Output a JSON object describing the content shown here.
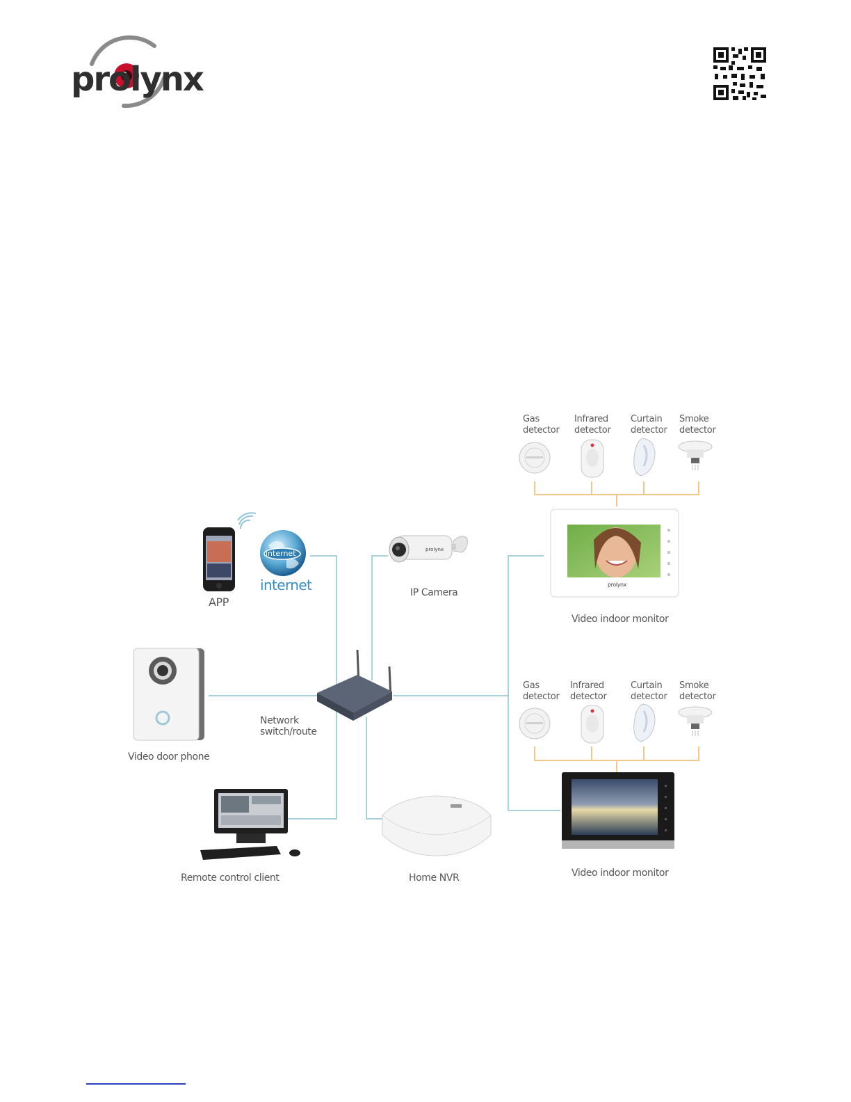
{
  "header": {
    "logo_text": "prolynx"
  },
  "diagram": {
    "app_label": "APP",
    "internet_label": "internet",
    "internet_globe_text": "internet",
    "ip_camera_label": "IP Camera",
    "door_phone_label": "Video door phone",
    "switch_label_line1": "Network",
    "switch_label_line2": "switch/route",
    "remote_client_label": "Remote control client",
    "nvr_label": "Home NVR",
    "monitor_top_label": "Video indoor monitor",
    "monitor_bottom_label": "Video indoor monitor",
    "monitor_brand": "prolynx",
    "detectors_top": [
      {
        "line1": "Gas",
        "line2": "detector"
      },
      {
        "line1": "Infrared",
        "line2": "detector"
      },
      {
        "line1": "Curtain",
        "line2": "detector"
      },
      {
        "line1": "Smoke",
        "line2": "detector"
      }
    ],
    "detectors_bottom": [
      {
        "line1": "Gas",
        "line2": "detector"
      },
      {
        "line1": "Infrared",
        "line2": "detector"
      },
      {
        "line1": "Curtain",
        "line2": "detector"
      },
      {
        "line1": "Smoke",
        "line2": "detector"
      }
    ]
  },
  "colors": {
    "network_line": "#a8d3dc",
    "detector_bus": "#f0c889",
    "logo_red": "#c8102e",
    "footer_link": "#2a3fbf"
  }
}
